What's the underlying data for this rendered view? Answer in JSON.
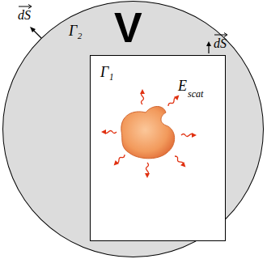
{
  "diagram": {
    "nodes": [
      {
        "text": [
          "Γ₂",
          "V"
        ]
      },
      {
        "text": [
          "Γ₁",
          "E",
          "scat"
        ],
        "in": 0
      }
    ],
    "labels": [
      "dS",
      "dS"
    ]
  }
}
